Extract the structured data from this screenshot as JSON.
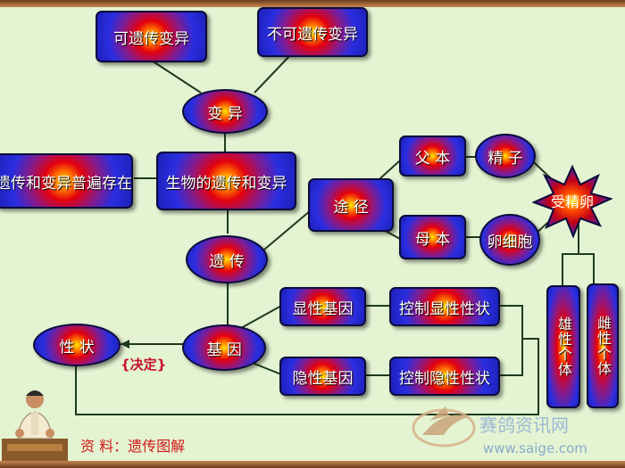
{
  "nodes": {
    "heritable_variation": "可遗传变异",
    "nonheritable_variation": "不可遗传变异",
    "variation": "变 异",
    "universal": "遗传和变异普遍存在",
    "heredity_variation": "生物的遗传和变异",
    "pathway": "途 径",
    "father": "父 本",
    "sperm": "精 子",
    "zygote": "受精卵",
    "mother": "母 本",
    "egg": "卵细胞",
    "heredity": "遗 传",
    "dominant_gene": "显性基因",
    "control_dominant": "控制显性性状",
    "trait": "性 状",
    "gene": "基 因",
    "recessive_gene": "隐性基因",
    "control_recessive": "控制隐性性状",
    "male": "雄性个体",
    "female": "雌性个体"
  },
  "decide_label": "{决定}",
  "source_label": "资 料：遗传图解",
  "watermark": {
    "name": "赛鸽资讯网",
    "url": "www.saige.com"
  },
  "colors": {
    "node_outer": "#1c20b8",
    "node_center": "#ffe600",
    "node_mid": "#e3000f",
    "link": "#1e3a1e",
    "decide_text": "#c8102e",
    "source_text": "#d01818",
    "background": "#e4f3d2"
  }
}
